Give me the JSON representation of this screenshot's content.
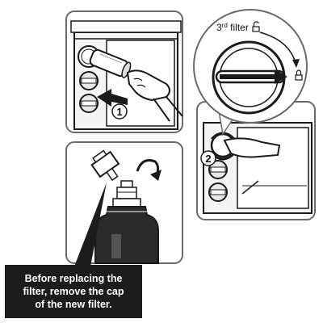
{
  "steps": {
    "step1": "1",
    "step2": "2"
  },
  "callout": {
    "label_prefix": "3",
    "label_superscript": "rd",
    "label_suffix": " filter",
    "lock_icon": "unlock-icon",
    "locked_icon": "lock-icon"
  },
  "caption": {
    "text": "Before replacing the\nfilter, remove the cap\nof the new filter."
  },
  "colors": {
    "line": "#1a1a1a",
    "panel_border": "#666666",
    "caption_bg": "#1c1c1c",
    "caption_text": "#ffffff"
  }
}
